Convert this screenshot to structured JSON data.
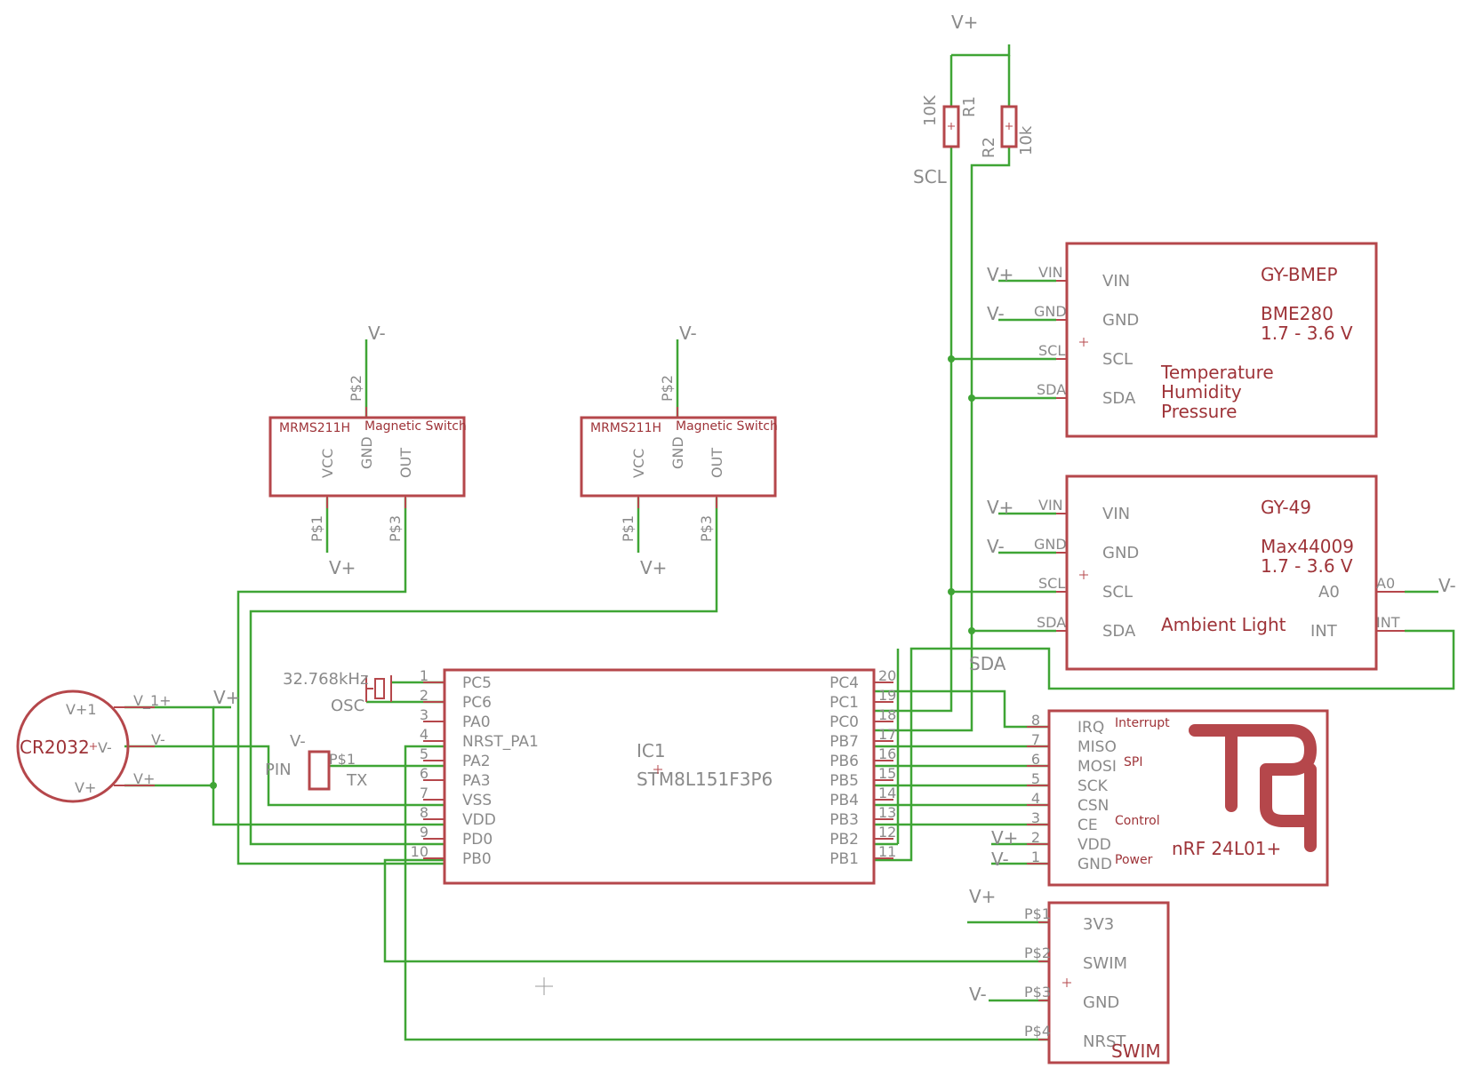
{
  "battery": {
    "name": "CR2032",
    "pins": [
      "V+1",
      "V-",
      "V+"
    ],
    "pin_labels": [
      "V_1+",
      "V-",
      "V+"
    ],
    "net": "V+"
  },
  "resistors": {
    "r1": {
      "name": "R1",
      "value": "10K",
      "net_in": "V+",
      "net_out": "SCL"
    },
    "r2": {
      "name": "R2",
      "value": "10k"
    }
  },
  "mag_switches": [
    {
      "name": "MRMS211H",
      "desc": "Magnetic Switch",
      "pins": [
        "VCC",
        "GND",
        "OUT"
      ],
      "pad_top": "P$2",
      "pad_left": "P$1",
      "pad_right": "P$3",
      "net_top": "V-",
      "net_left": "V+"
    },
    {
      "name": "MRMS211H",
      "desc": "Magnetic Switch",
      "pins": [
        "VCC",
        "GND",
        "OUT"
      ],
      "pad_top": "P$2",
      "pad_left": "P$1",
      "pad_right": "P$3",
      "net_top": "V-",
      "net_left": "V+"
    }
  ],
  "bme": {
    "title": "GY-BMEP",
    "chip": "BME280",
    "voltage": "1.7 - 3.6 V",
    "desc": [
      "Temperature",
      "Humidity",
      "Pressure"
    ],
    "pins": [
      "VIN",
      "GND",
      "SCL",
      "SDA"
    ],
    "nets": [
      "V+",
      "V-"
    ]
  },
  "gy49": {
    "title": "GY-49",
    "chip": "Max44009",
    "voltage": "1.7 - 3.6 V",
    "desc": "Ambient Light",
    "pins": [
      "VIN",
      "GND",
      "SCL",
      "SDA"
    ],
    "right_pins": [
      "A0",
      "INT"
    ],
    "nets": [
      "V+",
      "V-"
    ],
    "a0_net": "V-",
    "sda_net": "SDA"
  },
  "crystal": {
    "freq": "32.768kHz",
    "label": "OSC"
  },
  "pin_header": {
    "label": "PIN",
    "pad": "P$1",
    "net": "V-",
    "tx": "TX"
  },
  "mcu": {
    "name": "IC1",
    "part": "STM8L151F3P6",
    "left_pins": [
      {
        "num": "1",
        "name": "PC5"
      },
      {
        "num": "2",
        "name": "PC6"
      },
      {
        "num": "3",
        "name": "PA0"
      },
      {
        "num": "4",
        "name": "NRST_PA1"
      },
      {
        "num": "5",
        "name": "PA2"
      },
      {
        "num": "6",
        "name": "PA3"
      },
      {
        "num": "7",
        "name": "VSS"
      },
      {
        "num": "8",
        "name": "VDD"
      },
      {
        "num": "9",
        "name": "PD0"
      },
      {
        "num": "10",
        "name": "PB0"
      }
    ],
    "right_pins": [
      {
        "num": "20",
        "name": "PC4"
      },
      {
        "num": "19",
        "name": "PC1"
      },
      {
        "num": "18",
        "name": "PC0"
      },
      {
        "num": "17",
        "name": "PB7"
      },
      {
        "num": "16",
        "name": "PB6"
      },
      {
        "num": "15",
        "name": "PB5"
      },
      {
        "num": "14",
        "name": "PB4"
      },
      {
        "num": "13",
        "name": "PB3"
      },
      {
        "num": "12",
        "name": "PB2"
      },
      {
        "num": "11",
        "name": "PB1"
      }
    ]
  },
  "nrf": {
    "name": "nRF 24L01+",
    "pins": [
      {
        "num": "8",
        "name": "IRQ"
      },
      {
        "num": "7",
        "name": "MISO"
      },
      {
        "num": "6",
        "name": "MOSI"
      },
      {
        "num": "5",
        "name": "SCK"
      },
      {
        "num": "4",
        "name": "CSN"
      },
      {
        "num": "3",
        "name": "CE"
      },
      {
        "num": "2",
        "name": "VDD"
      },
      {
        "num": "1",
        "name": "GND"
      }
    ],
    "groups": [
      "Interrupt",
      "SPI",
      "Control",
      "Power"
    ],
    "nets": [
      "V+",
      "V-"
    ]
  },
  "swim": {
    "name": "SWIM",
    "pins": [
      "3V3",
      "SWIM",
      "GND",
      "NRST"
    ],
    "pads": [
      "P$1",
      "P$2",
      "P$3",
      "P$4"
    ],
    "nets": [
      "V+",
      "V-"
    ]
  },
  "colors": {
    "part": "#b5474b",
    "wire": "#3fa535",
    "label_grey": "#8a8a8a",
    "label_red": "#9e3338"
  }
}
